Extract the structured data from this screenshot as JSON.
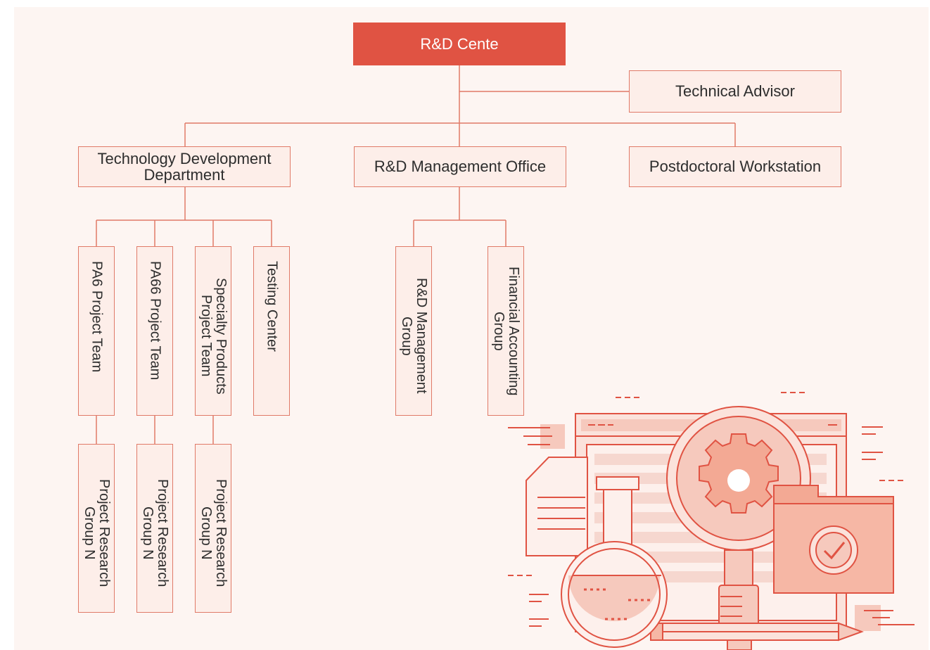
{
  "org_chart": {
    "root": "R&D Cente",
    "advisor": "Technical Advisor",
    "departments": [
      "Technology Development Department",
      "R&D Management Office",
      "Postdoctoral Workstation"
    ],
    "tech_dev_teams": [
      "PA6 Project Team",
      "PA66 Project Team",
      "Specialty Products Project Team",
      "Testing Center"
    ],
    "research_groups": [
      "Project Research Group N",
      "Project Research Group N",
      "Project Research Group N"
    ],
    "management_groups": [
      "R&D Management Group",
      "Financial Accounting Group"
    ]
  },
  "colors": {
    "accent": "#e05343",
    "line": "#e07a68",
    "box_fill": "#fdeee9",
    "panel": "#fdf5f2"
  }
}
